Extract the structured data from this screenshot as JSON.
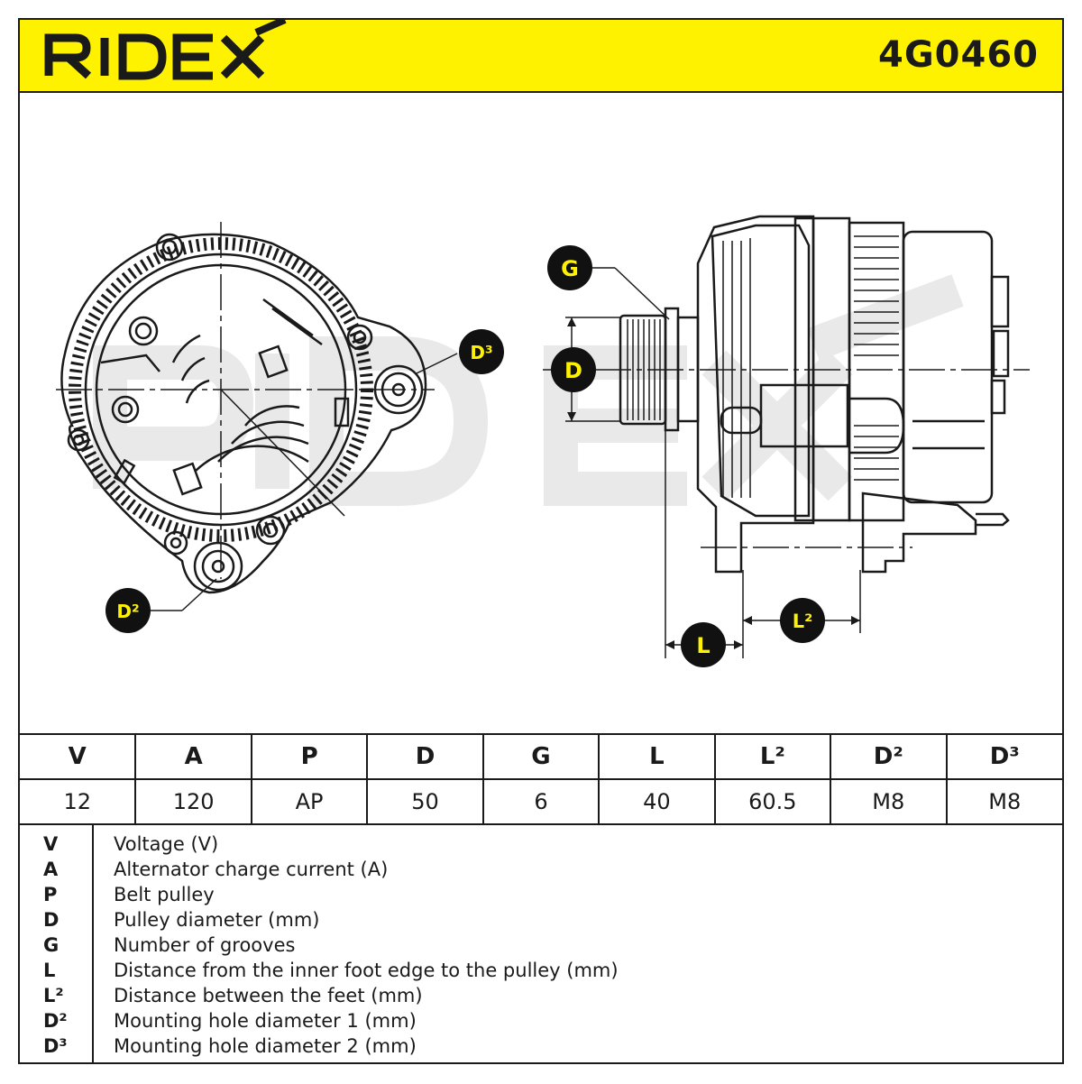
{
  "brand": {
    "name": "RIDEX",
    "accent": "#fff200"
  },
  "part_number": "4G0460",
  "callouts": {
    "g": "G",
    "d": "D",
    "d3": "D³",
    "d2": "D²",
    "l": "L",
    "l2": "L²"
  },
  "specs": {
    "headers": [
      "V",
      "A",
      "P",
      "D",
      "G",
      "L",
      "L²",
      "D²",
      "D³"
    ],
    "values": [
      "12",
      "120",
      "AP",
      "50",
      "6",
      "40",
      "60.5",
      "M8",
      "M8"
    ]
  },
  "legend": [
    {
      "key": "V",
      "desc": "Voltage (V)"
    },
    {
      "key": "A",
      "desc": "Alternator charge current (A)"
    },
    {
      "key": "P",
      "desc": "Belt pulley"
    },
    {
      "key": "D",
      "desc": "Pulley diameter (mm)"
    },
    {
      "key": "G",
      "desc": "Number of grooves"
    },
    {
      "key": "L",
      "desc": "Distance from the inner foot edge to the pulley (mm)"
    },
    {
      "key": "L²",
      "desc": "Distance between the feet (mm)"
    },
    {
      "key": "D²",
      "desc": "Mounting hole diameter 1 (mm)"
    },
    {
      "key": "D³",
      "desc": "Mounting hole diameter 2 (mm)"
    }
  ]
}
